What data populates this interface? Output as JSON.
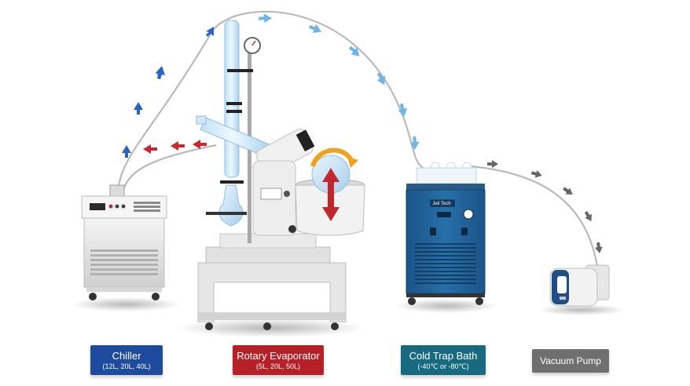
{
  "equipment": [
    {
      "title": "Chiller",
      "subtitle": "(12L, 20L, 40L)",
      "color": "#1e4b9d"
    },
    {
      "title": "Rotary Evaporator",
      "subtitle": "(5L, 20L, 50L)",
      "color": "#b52127"
    },
    {
      "title": "Cold Trap Bath",
      "subtitle": "(-40℃ or -80℃)",
      "color": "#186a80"
    },
    {
      "title": "Vacuum Pump",
      "color": "#6f6f6f"
    }
  ],
  "cold_trap_brand": "Jeil Tech",
  "colors": {
    "supply_arrow": "#2a62c4",
    "return_arrow": "#c8272d",
    "vapor_arrow": "#6fb6e6",
    "vacuum_arrow": "#666666",
    "cold_trap_body": "#1f5f94",
    "lift_arrow": "#c0282d",
    "rotation_arrow": "#f0a21c"
  }
}
